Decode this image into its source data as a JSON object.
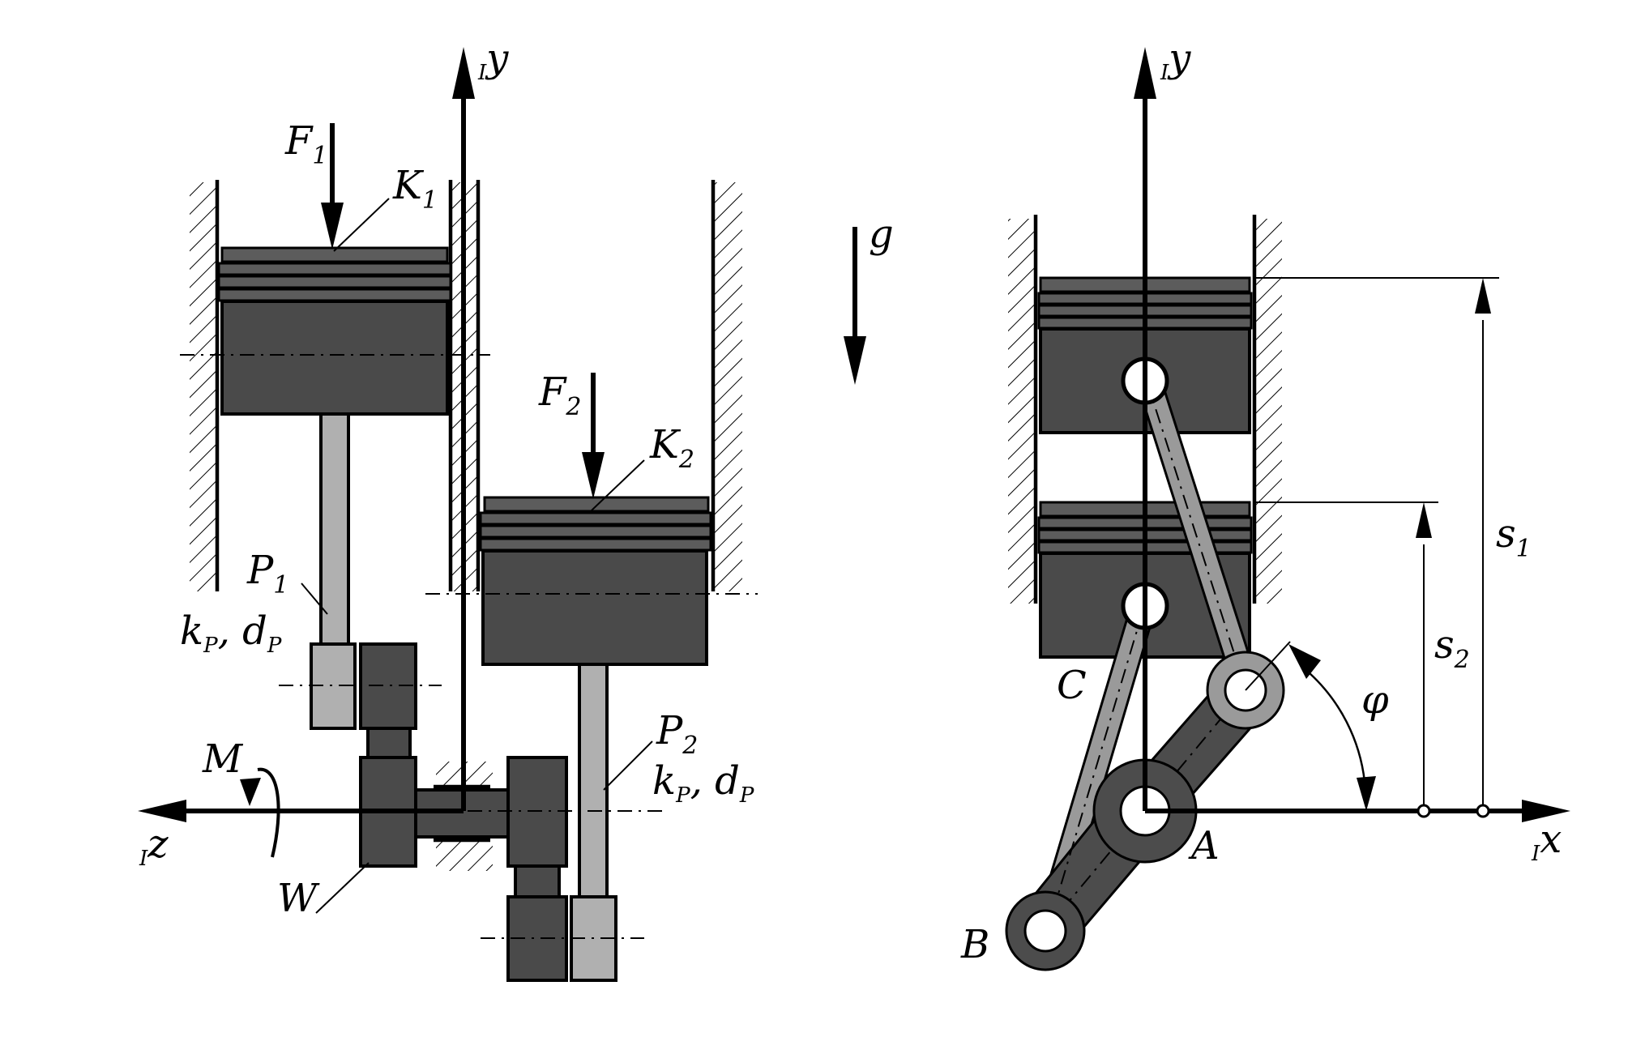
{
  "labels": {
    "F1": {
      "main": "F",
      "sub": "1"
    },
    "F2": {
      "main": "F",
      "sub": "2"
    },
    "K1": {
      "main": "K",
      "sub": "1"
    },
    "K2": {
      "main": "K",
      "sub": "2"
    },
    "P1": {
      "main": "P",
      "sub": "1"
    },
    "P2": {
      "main": "P",
      "sub": "2"
    },
    "kP_dP_1": {
      "k": "k",
      "ksub": "P",
      "sep": ", d",
      "dsub": "P"
    },
    "kP_dP_2": {
      "k": "k",
      "ksub": "P",
      "sep": ", d",
      "dsub": "P"
    },
    "M": "M",
    "W": "W",
    "g": "g",
    "left_y_axis": {
      "pre": "I",
      "main": "y"
    },
    "left_z_axis": {
      "pre": "I",
      "main": "z"
    },
    "right_y_axis": {
      "pre": "I",
      "main": "y"
    },
    "right_x_axis": {
      "pre": "I",
      "main": "x"
    },
    "A": "A",
    "B": "B",
    "C": "C",
    "phi": "φ",
    "s1": {
      "main": "s",
      "sub": "1"
    },
    "s2": {
      "main": "s",
      "sub": "2"
    }
  },
  "colors": {
    "piston": "#4a4a4a",
    "rod_light": "#b0b0b0",
    "crank_dark": "#4c4c4c",
    "line": "#000000"
  }
}
